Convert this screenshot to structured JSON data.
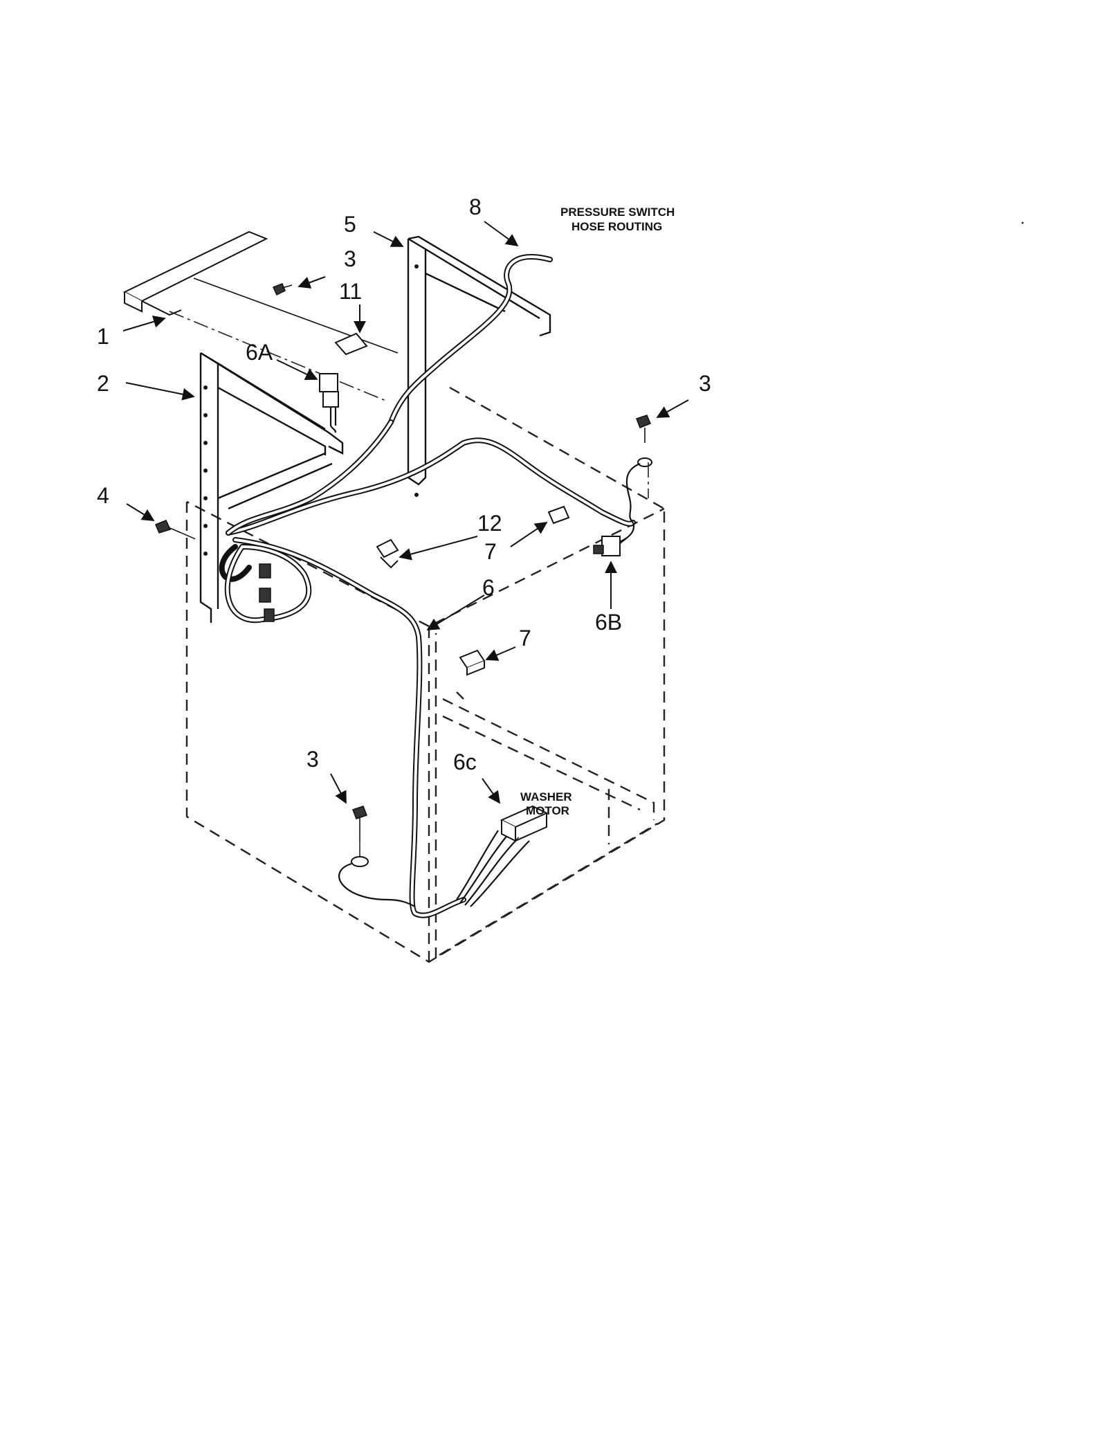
{
  "callouts": {
    "c1": "1",
    "c2": "2",
    "c3_top": "3",
    "c3_right": "3",
    "c3_bottom": "3",
    "c4": "4",
    "c5": "5",
    "c6": "6",
    "c6a": "6A",
    "c6b": "6B",
    "c6c": "6c",
    "c7_upper": "7",
    "c7_lower": "7",
    "c8": "8",
    "c11": "11",
    "c12": "12"
  },
  "notes": {
    "pressure_line1": "PRESSURE SWITCH",
    "pressure_line2": "HOSE ROUTING",
    "motor_line1": "WASHER",
    "motor_line2": "MOTOR"
  }
}
